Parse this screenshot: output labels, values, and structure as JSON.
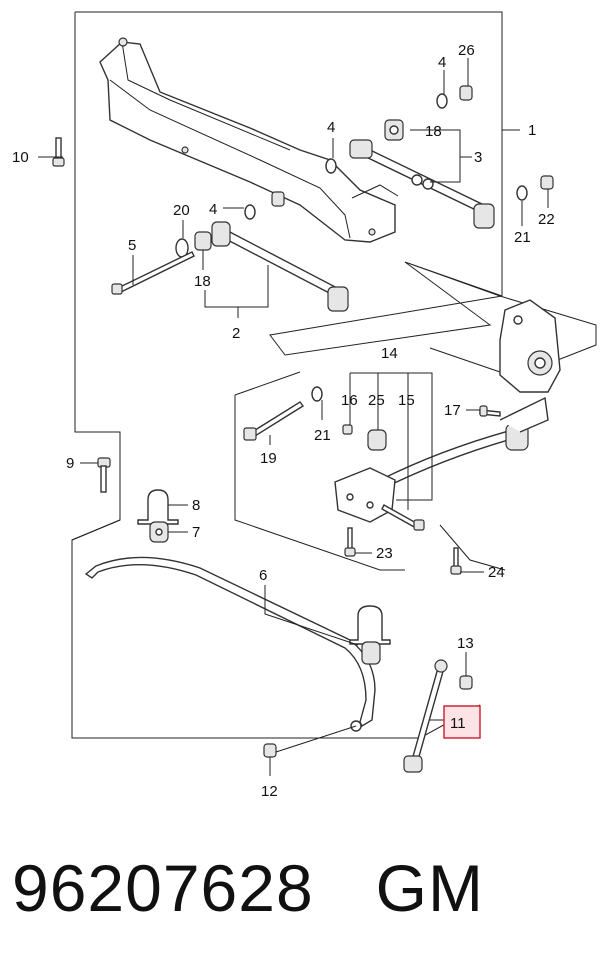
{
  "callouts": [
    "1",
    "2",
    "3",
    "4",
    "4",
    "4",
    "5",
    "6",
    "7",
    "8",
    "9",
    "10",
    "11",
    "12",
    "13",
    "14",
    "15",
    "16",
    "17",
    "18",
    "18",
    "19",
    "20",
    "21",
    "21",
    "22",
    "23",
    "24",
    "25",
    "26"
  ],
  "highlight": {
    "label": "11",
    "fill": "#fde3e6",
    "stroke": "#d0283a"
  },
  "footer": {
    "part_number": "96207628",
    "brand": "GM"
  }
}
